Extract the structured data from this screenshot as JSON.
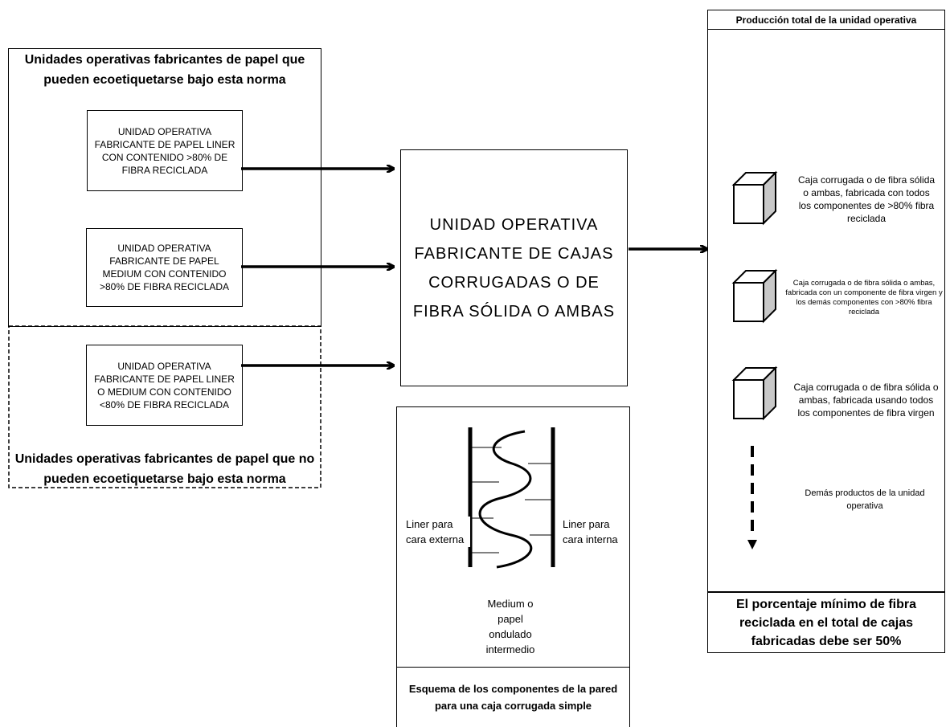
{
  "left_panel": {
    "eligible_title": "Unidades operativas fabricantes de papel que pueden ecoetiquetarse bajo esta norma",
    "box_liner": "UNIDAD OPERATIVA FABRICANTE DE PAPEL LINER CON CONTENIDO >80% DE FIBRA RECICLADA",
    "box_medium": "UNIDAD OPERATIVA FABRICANTE DE PAPEL MEDIUM CON CONTENIDO >80% DE FIBRA RECICLADA",
    "box_other": "UNIDAD OPERATIVA FABRICANTE DE PAPEL LINER O MEDIUM CON CONTENIDO <80% DE FIBRA RECICLADA",
    "ineligible_title": "Unidades operativas fabricantes de papel que no pueden ecoetiquetarse bajo esta norma"
  },
  "center": {
    "main_box": "UNIDAD OPERATIVA FABRICANTE DE CAJAS CORRUGADAS O DE FIBRA SÓLIDA O AMBAS"
  },
  "schema": {
    "liner_external": "Liner para cara externa",
    "liner_internal": "Liner para cara interna",
    "medium": "Medium o papel ondulado intermedio",
    "caption": "Esquema de los componentes de la pared para una caja corrugada simple"
  },
  "right_panel": {
    "title": "Producción total de la unidad operativa",
    "item1": "Caja corrugada o de fibra sólida o ambas, fabricada con todos los componentes de >80% fibra reciclada",
    "item2": "Caja corrugada o de fibra sólida o ambas, fabricada con un componente de fibra virgen y los demás componentes con >80% fibra reciclada",
    "item3": "Caja corrugada o de fibra sólida o ambas, fabricada usando todos los componentes de fibra virgen",
    "other": "Demás productos de la unidad operativa",
    "footer": "El porcentaje mínimo de fibra reciclada en el total de cajas fabricadas debe ser 50%"
  }
}
